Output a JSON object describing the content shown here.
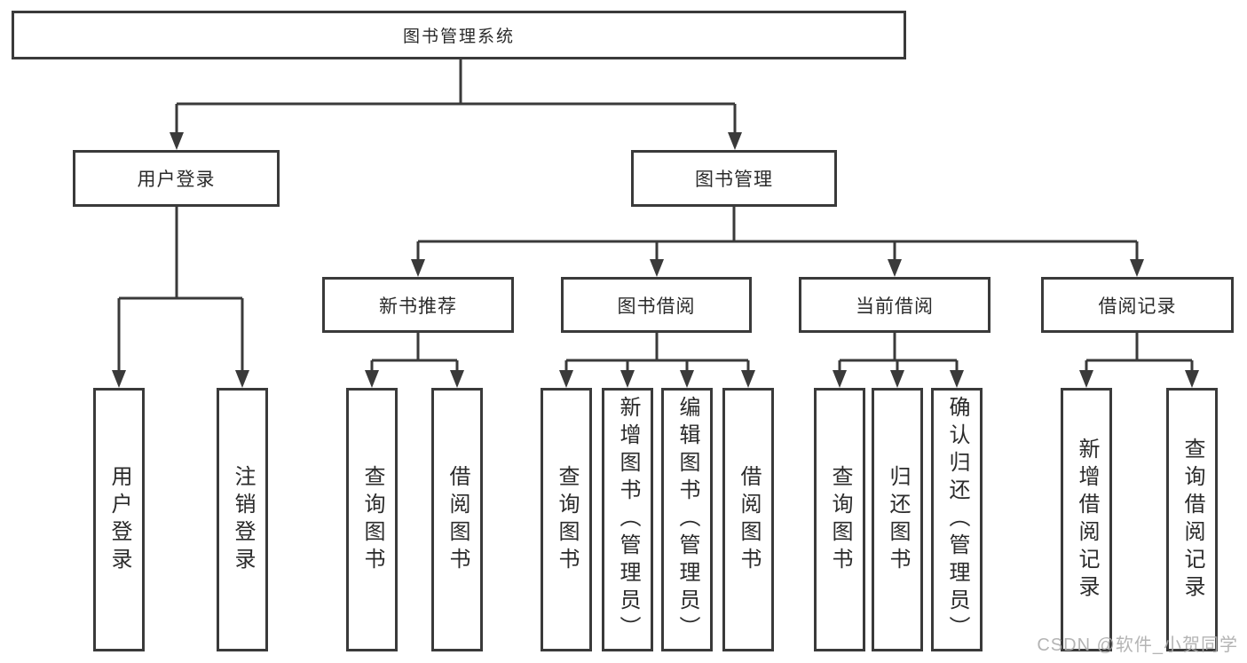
{
  "tree": {
    "label": "图书管理系统",
    "children": [
      {
        "label": "用户登录",
        "children": [
          {
            "label": "用户登录"
          },
          {
            "label": "注销登录"
          }
        ]
      },
      {
        "label": "图书管理",
        "children": [
          {
            "label": "新书推荐",
            "children": [
              {
                "label": "查询图书"
              },
              {
                "label": "借阅图书"
              }
            ]
          },
          {
            "label": "图书借阅",
            "children": [
              {
                "label": "查询图书"
              },
              {
                "label": "新增图书（管理员）"
              },
              {
                "label": "编辑图书（管理员）"
              },
              {
                "label": "借阅图书"
              }
            ]
          },
          {
            "label": "当前借阅",
            "children": [
              {
                "label": "查询图书"
              },
              {
                "label": "归还图书"
              },
              {
                "label": "确认归还（管理员）"
              }
            ]
          },
          {
            "label": "借阅记录",
            "children": [
              {
                "label": "新增借阅记录"
              },
              {
                "label": "查询借阅记录"
              }
            ]
          }
        ]
      }
    ]
  },
  "watermark": {
    "text": "CSDN @软件_小贺同学"
  },
  "colors": {
    "line": "#3a3a3a",
    "box_border": "#3a3a3a",
    "box_fill": "#ffffff",
    "text": "#2b2b2b",
    "watermark": "#acacac",
    "background": "#ffffff"
  }
}
